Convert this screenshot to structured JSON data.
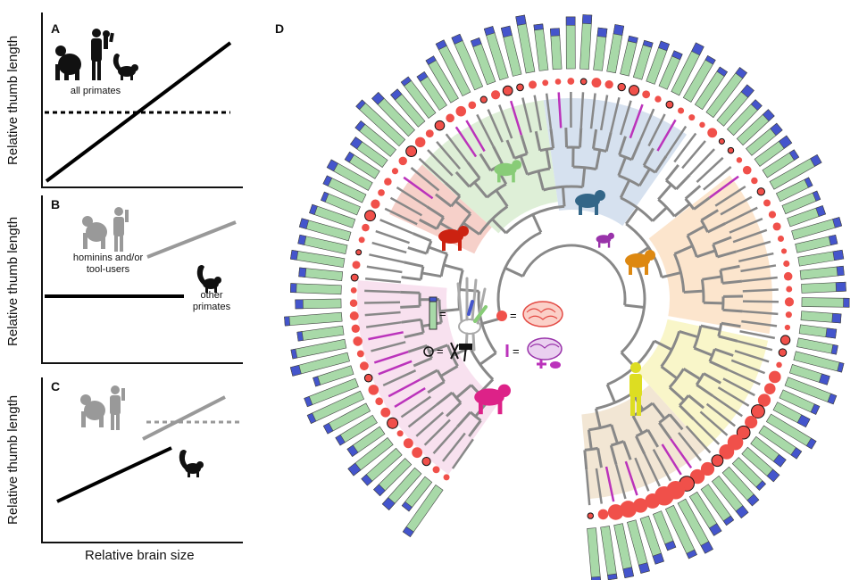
{
  "panels": {
    "a": {
      "letter": "A",
      "ylabel": "Relative thumb length",
      "caption": "all primates"
    },
    "b": {
      "letter": "B",
      "ylabel": "Relative thumb length",
      "caption_group": "hominins and/or tool-users",
      "caption_other": "other primates"
    },
    "c": {
      "letter": "C",
      "ylabel": "Relative thumb length"
    },
    "xlabel": "Relative brain size",
    "d": {
      "letter": "D"
    }
  },
  "legend": {
    "eq1": "=",
    "eq2": "=",
    "eq3": "=",
    "eq4": "="
  },
  "colors": {
    "bar_green": "#a8d9a8",
    "bar_blue": "#4455cc",
    "dot_red": "#f0504a",
    "branch_purple": "#bb33bb",
    "branch_grey": "#888888",
    "clade_red": "#f5c8c0",
    "clade_green": "#d8ecd0",
    "clade_blue": "#cfdcec",
    "clade_orange": "#fbe0c4",
    "clade_yellow": "#f8f5c0",
    "clade_tan": "#f0e2cc",
    "clade_pink": "#f7dcec",
    "icon_green": "#88cc77",
    "icon_blue": "#336688",
    "icon_purple": "#9933aa",
    "icon_orange": "#dd8811",
    "icon_yellow": "#dddd22",
    "icon_magenta": "#dd2288",
    "icon_red": "#cc2211"
  },
  "icons": [
    "human-silhouette-icon",
    "chimp-silhouette-icon",
    "lemur-silhouette-icon",
    "chameleon-icon",
    "ring-tailed-lemur-icon",
    "tarsier-icon",
    "orangutan-icon",
    "human-icon",
    "baboon-icon",
    "monkey-icon",
    "hand-skeleton-icon",
    "brain-icon",
    "tool-icon"
  ]
}
